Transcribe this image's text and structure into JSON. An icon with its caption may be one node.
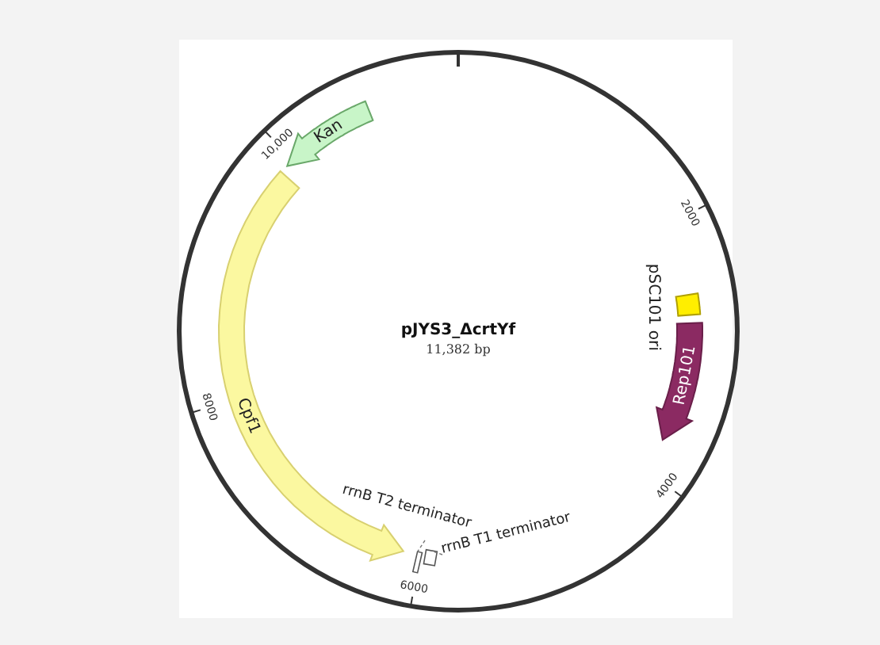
{
  "diagram": {
    "title": "pJYS3_ΔcrtYf",
    "nodes": [
      {
        "text": [
          "Kan"
        ]
      },
      {
        "text": [
          "Cpf1"
        ]
      },
      {
        "text": [
          "pSC101 ori"
        ]
      },
      {
        "text": [
          "Rep101"
        ]
      },
      {
        "text": [
          "rrnB T2 terminator"
        ]
      },
      {
        "text": [
          "rrnB T1 terminator"
        ]
      },
      {
        "text": [],
        "shape": "box"
      },
      {
        "text": [],
        "shape": "box"
      }
    ],
    "edges": [
      {
        "from": 4,
        "to": 6,
        "arrow": "none",
        "style": "dashed"
      },
      {
        "from": 5,
        "to": 7,
        "arrow": "none",
        "style": "dashed"
      }
    ],
    "labels": [
      "11,382 bp",
      "2000",
      "4000",
      "6000",
      "8000",
      "10,000"
    ]
  }
}
